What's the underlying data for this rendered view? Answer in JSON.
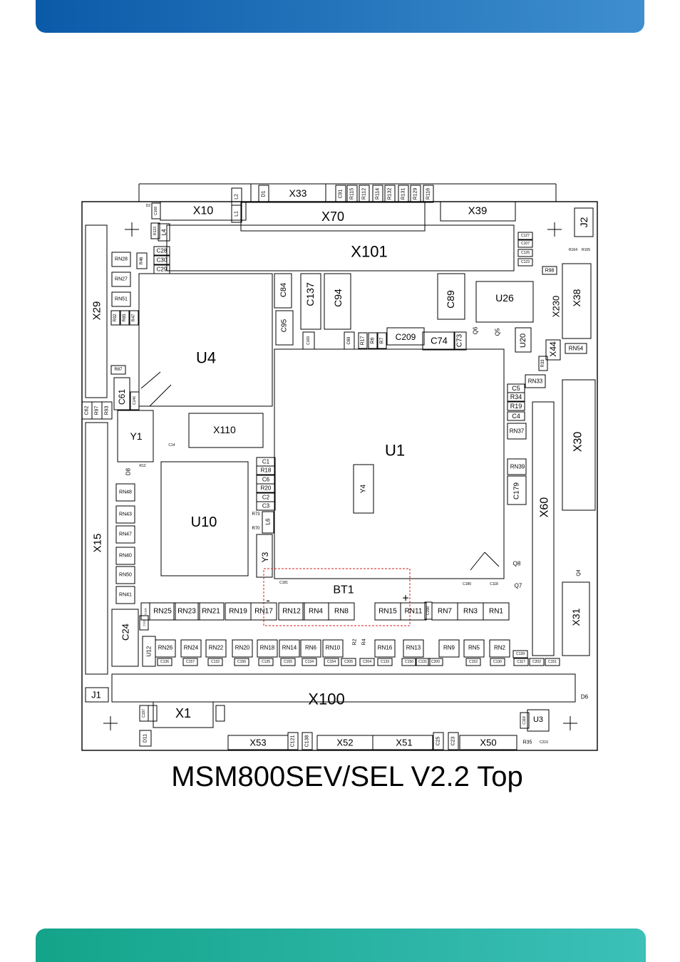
{
  "colors": {
    "top_bar_start": "#0a5aa8",
    "top_bar_end": "#3e8fcf",
    "bottom_bar_start": "#13a48a",
    "bottom_bar_end": "#3cc0b8",
    "outline": "#000000",
    "battery_outline": "#d22020"
  },
  "caption": "MSM800SEV/SEL V2.2 Top",
  "big_labels": {
    "x10": "X10",
    "x70": "X70",
    "x33": "X33",
    "x39": "X39",
    "j2": "J2",
    "x101": "X101",
    "x29": "X29",
    "u4": "U4",
    "u26": "U26",
    "x230": "X230",
    "x38": "X38",
    "u20": "U20",
    "x44": "X44",
    "c84": "C84",
    "c137": "C137",
    "c94": "C94",
    "c95": "C95",
    "c89": "C89",
    "c209": "C209",
    "c74": "C74",
    "c73": "C73",
    "c61": "C61",
    "y1": "Y1",
    "x110": "X110",
    "u1": "U1",
    "y4": "Y4",
    "x30": "X30",
    "x60": "X60",
    "x15": "X15",
    "u10": "U10",
    "y3": "Y3",
    "bt1": "BT1",
    "bt1_minus": "-",
    "bt1_plus": "+",
    "x31": "X31",
    "c24": "C24",
    "j1": "J1",
    "x100": "X100",
    "x1": "X1",
    "u3": "U3",
    "x53": "X53",
    "x52": "X52",
    "x51": "X51",
    "x50": "X50",
    "rn33": "RN33",
    "rn54": "RN54",
    "rn37": "RN37",
    "rn39": "RN39",
    "c179": "C179"
  },
  "small_labels": {
    "l2": "L2",
    "l1": "L1",
    "d1": "D1",
    "c91": "C91",
    "r115": "R115",
    "r112": "R112",
    "r114": "R114",
    "r132": "R132",
    "r131": "R131",
    "r129": "R129",
    "r116": "R116",
    "d2": "D2",
    "c168": "C168",
    "r123": "R123",
    "l4": "L4",
    "c28": "C28",
    "c30": "C30",
    "c29": "C29",
    "r46": "R46",
    "rn28": "RN28",
    "rn27": "RN27",
    "rn51": "RN51",
    "r92": "R92",
    "r65": "R65",
    "r47": "R47",
    "r87": "R87",
    "c146": "C146",
    "c62": "C62",
    "r97": "R97",
    "r93": "R93",
    "c127": "C127",
    "c107": "C107",
    "c126": "C126",
    "c123": "C123",
    "r164": "R164",
    "r165": "R165",
    "r98": "R98",
    "c169": "C169",
    "c69": "C69",
    "r17": "R17",
    "r6": "R6",
    "r7": "R7",
    "q6": "Q6",
    "q5": "Q5",
    "r33": "R33",
    "c5": "C5",
    "r34": "R34",
    "r19": "R19",
    "c4": "C4",
    "c1": "C1",
    "r18": "R18",
    "c6": "C6",
    "r20": "R20",
    "c2": "C2",
    "c3": "C3",
    "r73": "R73",
    "r70": "R70",
    "l6": "L6",
    "d8": "D8",
    "r12": "R12",
    "c14": "C14",
    "rn48": "RN48",
    "rn43": "RN43",
    "rn47": "RN47",
    "rn40": "RN40",
    "rn50": "RN50",
    "rn41": "RN41",
    "c181": "C181",
    "c180": "C180",
    "c118": "C118",
    "q8": "Q8",
    "q7": "Q7",
    "q4": "Q4",
    "c198": "C198",
    "rn25": "RN25",
    "rn23": "RN23",
    "rn21": "RN21",
    "rn19": "RN19",
    "rn17": "RN17",
    "rn12": "RN12",
    "rn4": "RN4",
    "rn8": "RN8",
    "rn15": "RN15",
    "rn11": "RN11",
    "rn7": "RN7",
    "rn3": "RN3",
    "rn1": "RN1",
    "u12": "U12",
    "rn26": "RN26",
    "rn24": "RN24",
    "rn22": "RN22",
    "rn20": "RN20",
    "rn18": "RN18",
    "rn14": "RN14",
    "rn6": "RN6",
    "rn10": "RN10",
    "r2": "R2",
    "r4": "R4",
    "rn16": "RN16",
    "rn13": "RN13",
    "rn9": "RN9",
    "rn5": "RN5",
    "rn2": "RN2",
    "c136": "C136",
    "c157": "C157",
    "c132": "C132",
    "c156": "C156",
    "c135": "C135",
    "c155": "C155",
    "c134": "C134",
    "c154": "C154",
    "c205": "C205",
    "c204": "C204",
    "c133": "C133",
    "c150": "C150",
    "c131": "C131",
    "c200": "C200",
    "c152": "C152",
    "c130": "C130",
    "c117": "C117",
    "c202": "C202",
    "c151": "C151",
    "c139": "C139",
    "d6": "D6",
    "d11": "D11",
    "c121": "C121",
    "c138": "C138",
    "c25": "C25",
    "c23": "C23",
    "r35": "R35",
    "c210": "C210",
    "c197": "C197",
    "c195": "C195",
    "c192": "C192"
  }
}
